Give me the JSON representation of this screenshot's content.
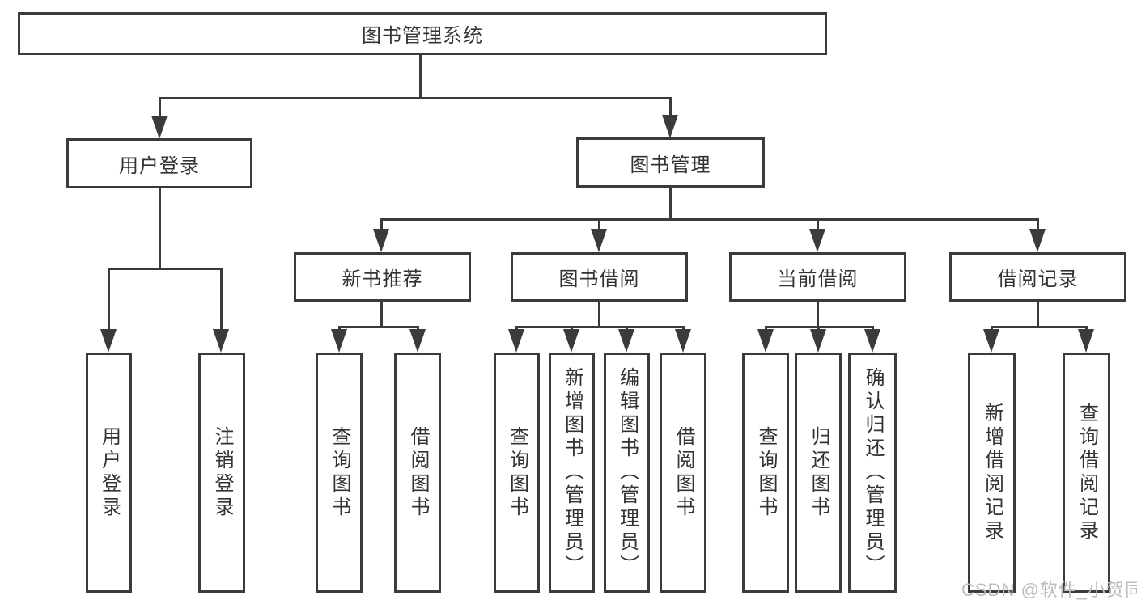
{
  "tree": {
    "root_label": "图书管理系统",
    "branches": [
      {
        "label": "用户登录",
        "children": [
          {
            "label": "用户登录"
          },
          {
            "label": "注销登录"
          }
        ]
      },
      {
        "label": "图书管理",
        "children": [
          {
            "label": "新书推荐",
            "children": [
              {
                "label": "查询图书"
              },
              {
                "label": "借阅图书"
              }
            ]
          },
          {
            "label": "图书借阅",
            "children": [
              {
                "label": "查询图书"
              },
              {
                "label": "新增图书（管理员）"
              },
              {
                "label": "编辑图书（管理员）"
              },
              {
                "label": "借阅图书"
              }
            ]
          },
          {
            "label": "当前借阅",
            "children": [
              {
                "label": "查询图书"
              },
              {
                "label": "归还图书"
              },
              {
                "label": "确认归还（管理员）"
              }
            ]
          },
          {
            "label": "借阅记录",
            "children": [
              {
                "label": "新增借阅记录"
              },
              {
                "label": "查询借阅记录"
              }
            ]
          }
        ]
      }
    ]
  },
  "watermark": {
    "text": "CSDN @软件_小贺同学",
    "color": "#bcbcbc"
  },
  "colors": {
    "line": "#3b3b3b",
    "text": "#333333",
    "background": "#ffffff"
  }
}
